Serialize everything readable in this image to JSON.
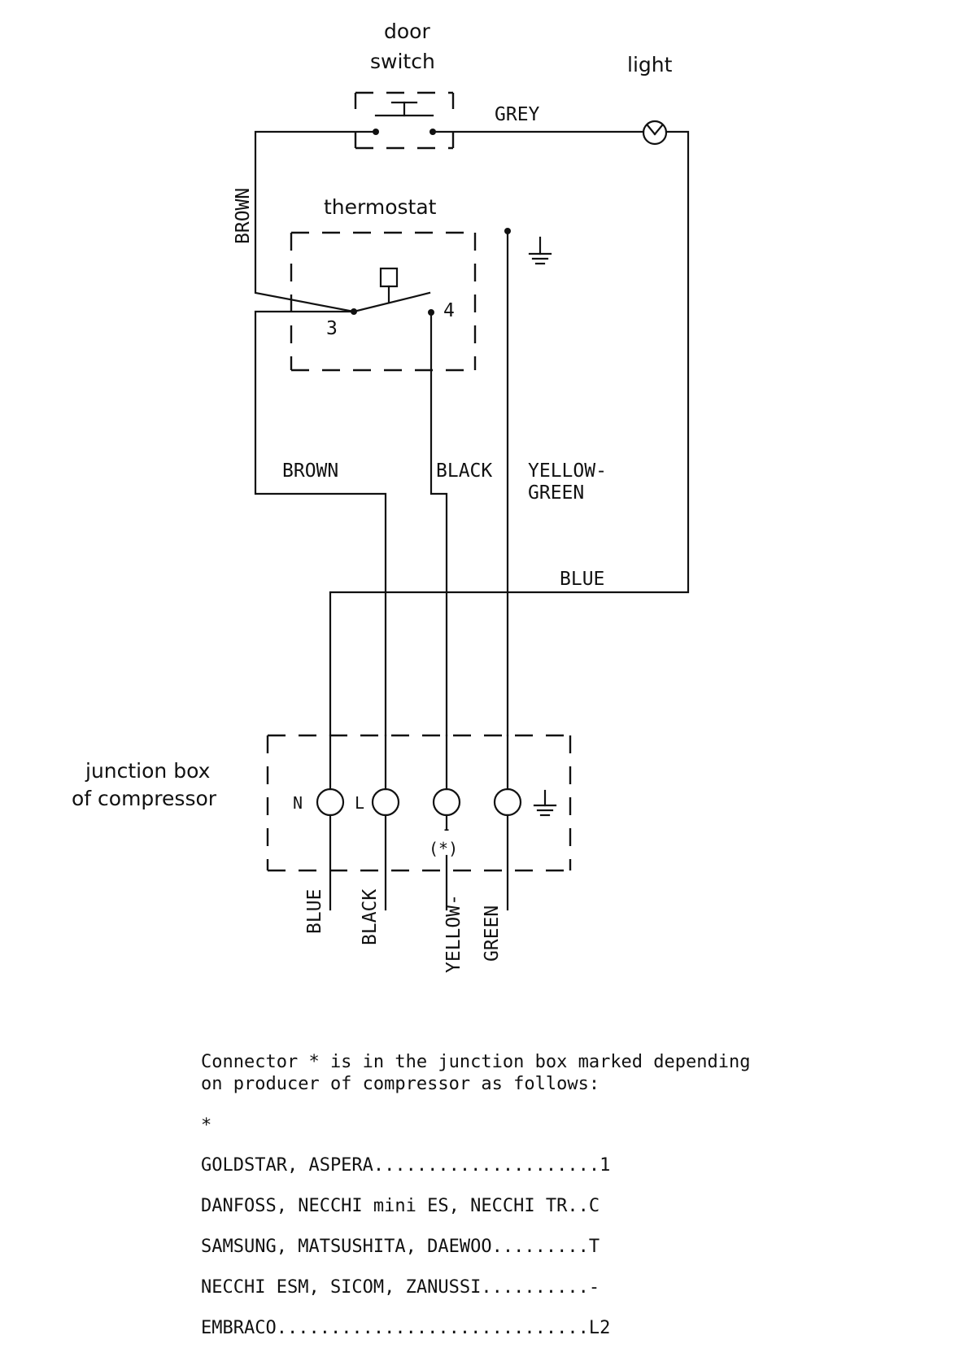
{
  "labels": {
    "door_switch_1": "door",
    "door_switch_2": "switch",
    "light": "light",
    "thermostat": "thermostat",
    "junction_box_1": "junction box",
    "junction_box_2": "of compressor",
    "terminal_3": "3",
    "terminal_4": "4",
    "n": "N",
    "l": "L",
    "star": "(*)",
    "dash": "-",
    "switch_glyph": "⌶",
    "bulb_glyph": "Ψ"
  },
  "wires": {
    "grey": "GREY",
    "brown_top": "BROWN",
    "brown_mid": "BROWN",
    "black_mid": "BLACK",
    "yellow_green_1": "YELLOW-",
    "yellow_green_2": "GREEN",
    "blue_top": "BLUE",
    "out_blue": "BLUE",
    "out_black": "BLACK",
    "out_yellow": "YELLOW-",
    "out_green": "GREEN"
  },
  "note": {
    "line1": "Connector * is in the junction box marked depending",
    "line2": "on producer of compressor as follows:",
    "star": "*"
  },
  "producers": [
    {
      "names": "GOLDSTAR, ASPERA",
      "dots": ".....................",
      "code": "1"
    },
    {
      "names": "DANFOSS, NECCHI mini ES, NECCHI TR",
      "dots": "..",
      "code": "C"
    },
    {
      "names": "SAMSUNG, MATSUSHITA, DAEWOO",
      "dots": ".........",
      "code": "T"
    },
    {
      "names": "NECCHI ESM, SICOM, ZANUSSI",
      "dots": "..........",
      "code": "-"
    },
    {
      "names": "EMBRACO",
      "dots": ".............................",
      "code": "L2"
    }
  ]
}
